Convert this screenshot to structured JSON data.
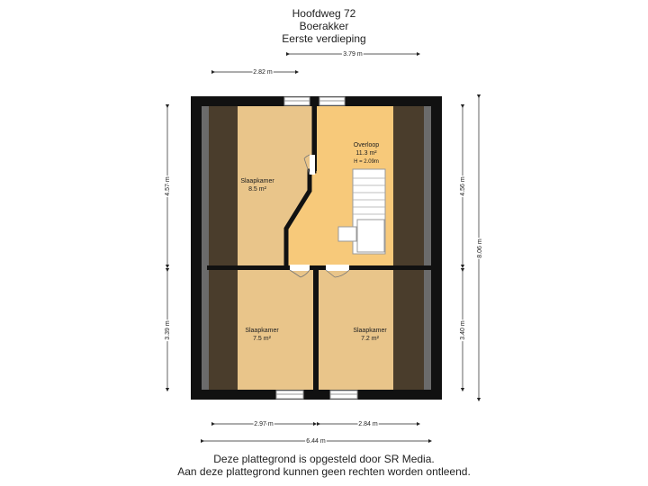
{
  "header": {
    "address": "Hoofdweg 72",
    "city": "Boerakker",
    "floor": "Eerste verdieping"
  },
  "rooms": {
    "bedroom_top_left": {
      "name": "Slaapkamer",
      "area": "8.5 m²"
    },
    "landing": {
      "name": "Overloop",
      "area": "11.3 m²",
      "height": "H = 2.09m"
    },
    "bedroom_bottom_left": {
      "name": "Slaapkamer",
      "area": "7.5 m²"
    },
    "bedroom_bottom_right": {
      "name": "Slaapkamer",
      "area": "7.2 m²"
    }
  },
  "dimensions": {
    "top_left_width": "2.82 m",
    "top_right_width": "3.79 m",
    "bottom_left_width": "2.97 m",
    "bottom_right_width": "2.84 m",
    "total_width": "6.44 m",
    "left_upper_height": "4.57 m",
    "left_lower_height": "3.39 m",
    "right_upper_height": "4.56 m",
    "right_lower_height": "3.40 m",
    "right_total_height": "8.06 m"
  },
  "footer": {
    "line1": "Deze plattegrond is opgesteld door SR Media.",
    "line2": "Aan deze plattegrond kunnen geen rechten worden ontleend."
  },
  "colors": {
    "bedroom_floor": "#e9c58a",
    "landing_floor": "#f7c97a",
    "dark_slope": "#4a3d2c",
    "wall": "#111111",
    "stairs": "#ffffff"
  }
}
